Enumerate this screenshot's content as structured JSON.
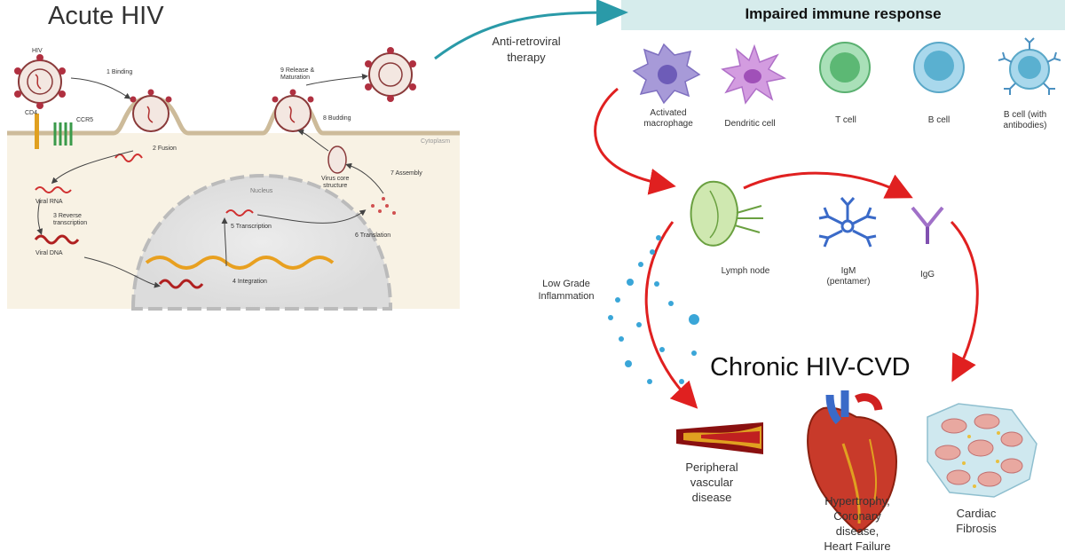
{
  "acute_title": "Acute HIV",
  "impaired_title": "Impaired immune response",
  "therapy_label": [
    "Anti-retroviral",
    "therapy"
  ],
  "lifecycle": {
    "hiv": "HIV",
    "cd4": "CD4",
    "ccr5": "CCR5",
    "cytoplasm": "Cytoplasm",
    "nucleus": "Nucleus",
    "viral_rna": "Viral RNA",
    "viral_dna": "Viral DNA",
    "virus_core": [
      "Virus core",
      "structure"
    ],
    "steps": [
      {
        "num": "1",
        "label": "Binding"
      },
      {
        "num": "2",
        "label": "Fusion"
      },
      {
        "num": "3",
        "label": "Reverse transcription"
      },
      {
        "num": "4",
        "label": "Integration"
      },
      {
        "num": "5",
        "label": "Transcription"
      },
      {
        "num": "6",
        "label": "Translation"
      },
      {
        "num": "7",
        "label": "Assembly"
      },
      {
        "num": "8",
        "label": "Budding"
      },
      {
        "num": "9",
        "label": "Release & Maturation"
      }
    ]
  },
  "cells": [
    {
      "label": "Activated macrophage",
      "color": "#a79ad8"
    },
    {
      "label": "Dendritic cell",
      "color": "#d39ce0"
    },
    {
      "label": "T cell",
      "color": "#8ed6a4"
    },
    {
      "label": "B cell",
      "color": "#8ecde6"
    },
    {
      "label": "B cell (with antibodies)",
      "color": "#9ad0e6"
    }
  ],
  "lymph_node": "Lymph node",
  "igm": [
    "IgM",
    "(pentamer)"
  ],
  "igg": "IgG",
  "inflammation": [
    "Low Grade",
    "Inflammation"
  ],
  "chronic_title": "Chronic HIV-CVD",
  "diseases": [
    {
      "label": [
        "Peripheral",
        "vascular",
        "disease"
      ]
    },
    {
      "label": [
        "Hypertrophy,",
        "Coronary",
        "disease,",
        "Heart Failure"
      ]
    },
    {
      "label": [
        "Cardiac",
        "Fibrosis"
      ]
    }
  ],
  "colors": {
    "arrow_red": "#e02020",
    "banner_bg": "#d6ecec",
    "arrow_teal": "#2a9aa8"
  }
}
